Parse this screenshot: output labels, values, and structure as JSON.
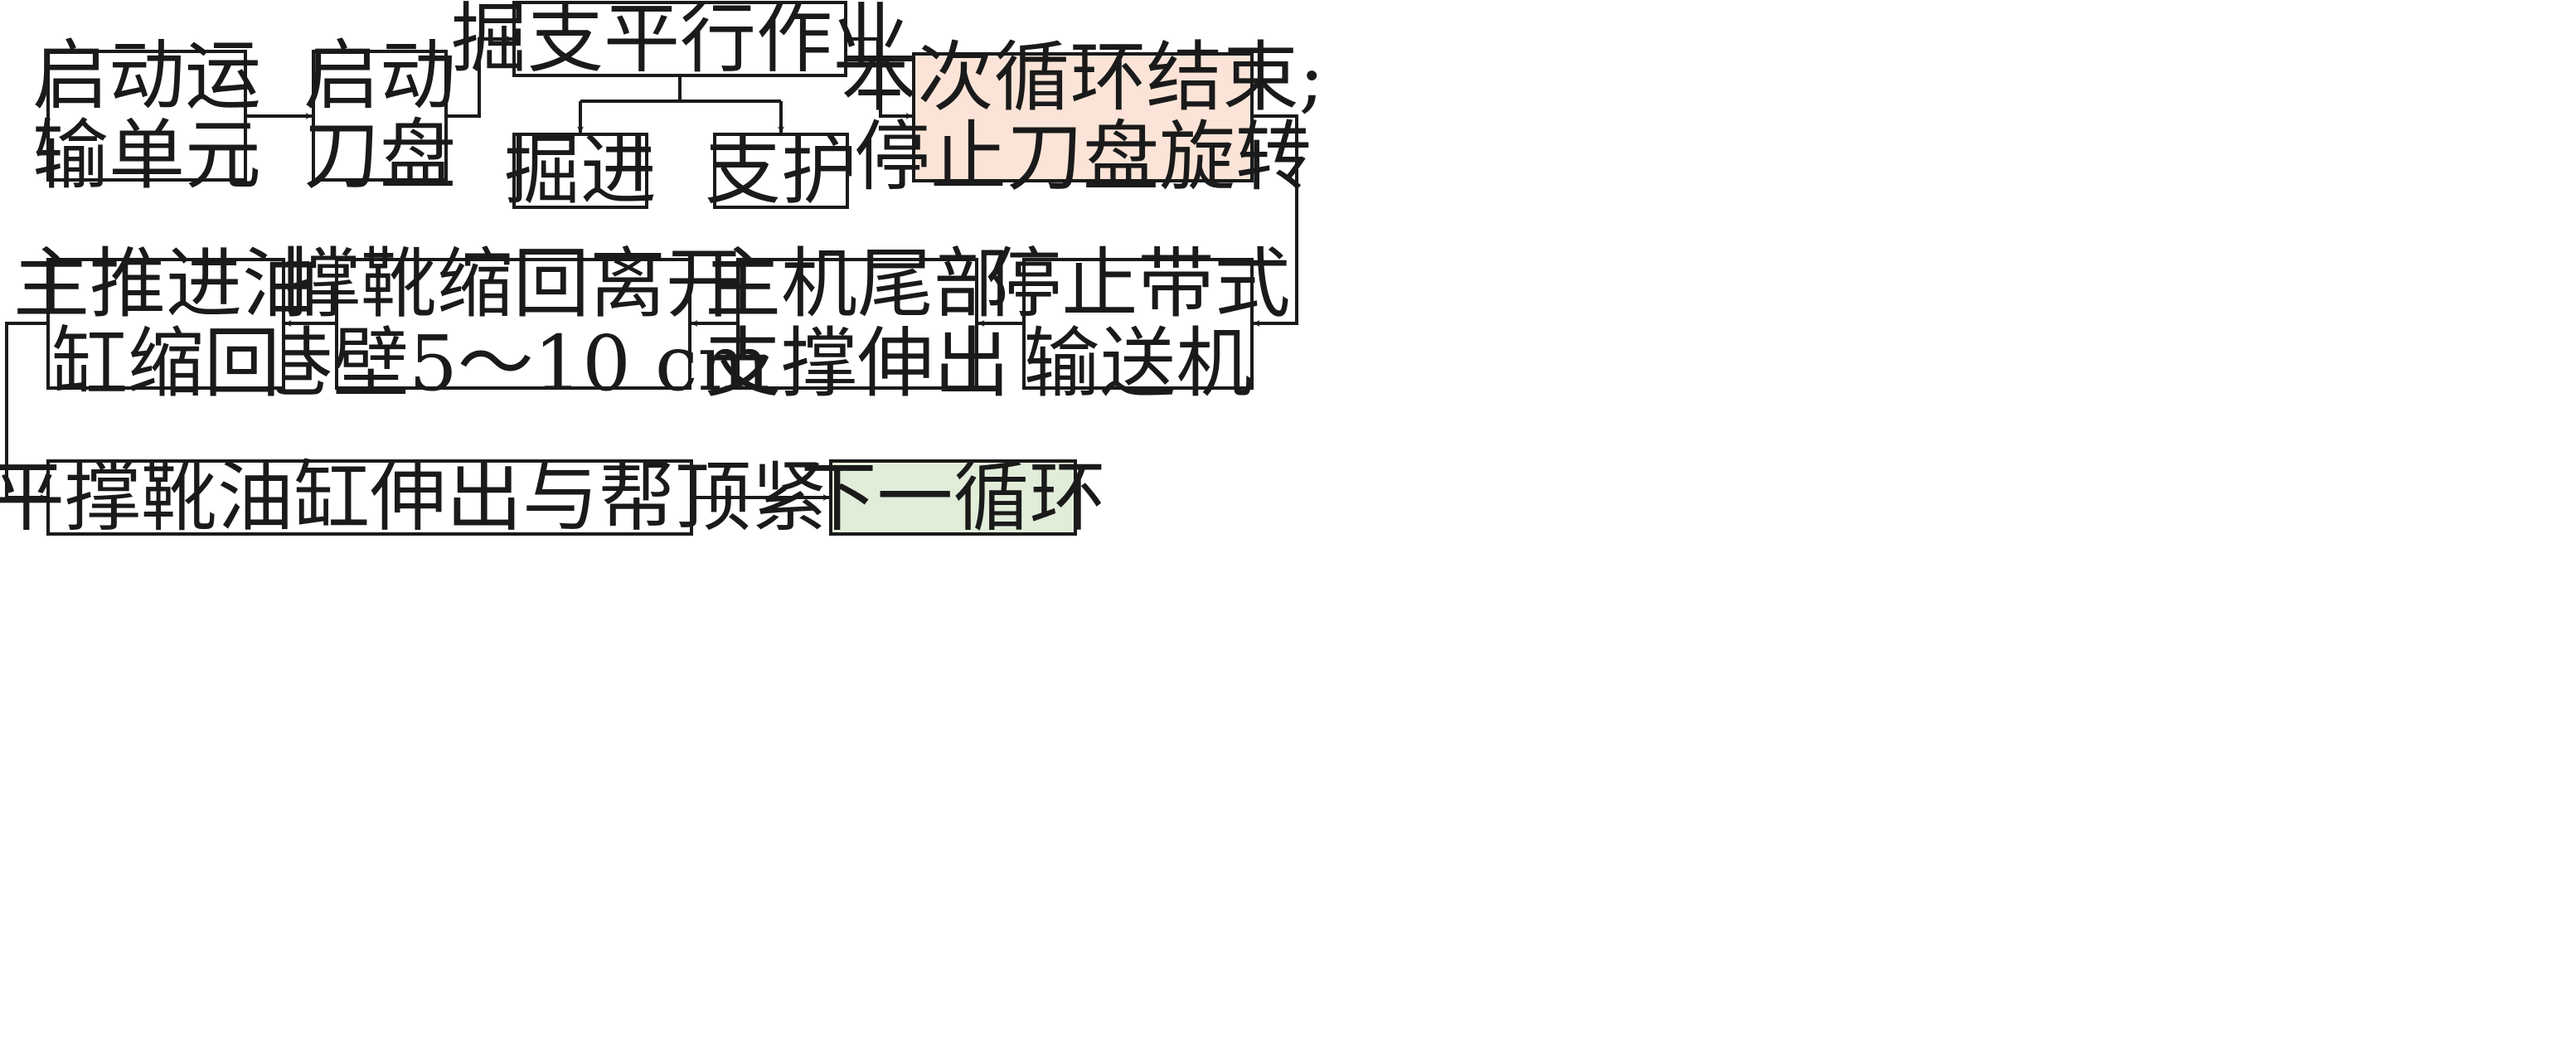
{
  "colors": {
    "stroke": "#1a1a1a",
    "end_box_fill": "#fbe4d7",
    "next_box_fill": "#e1edd9",
    "box_fill": "#ffffff"
  },
  "nodes": {
    "start_transport": [
      "启动运",
      "输单元"
    ],
    "start_cutter": [
      "启动",
      "刀盘"
    ],
    "parallel_op": [
      "掘支平行作业"
    ],
    "excavation": [
      "掘进"
    ],
    "support": [
      "支护"
    ],
    "cycle_end": [
      "本次循环结束;",
      "停止刀盘旋转"
    ],
    "stop_conveyor": [
      "停止带式",
      "输送机"
    ],
    "tail_support": [
      "主机尾部",
      "支撑伸出"
    ],
    "shoe_retract": [
      "撑靴缩回离开",
      "巷壁5～10 cm"
    ],
    "cylinder_retract": [
      "主推进油",
      "缸缩回"
    ],
    "shoe_extend": [
      "水平撑靴油缸伸出与帮顶紧"
    ],
    "next_cycle": [
      "下一循环"
    ]
  }
}
